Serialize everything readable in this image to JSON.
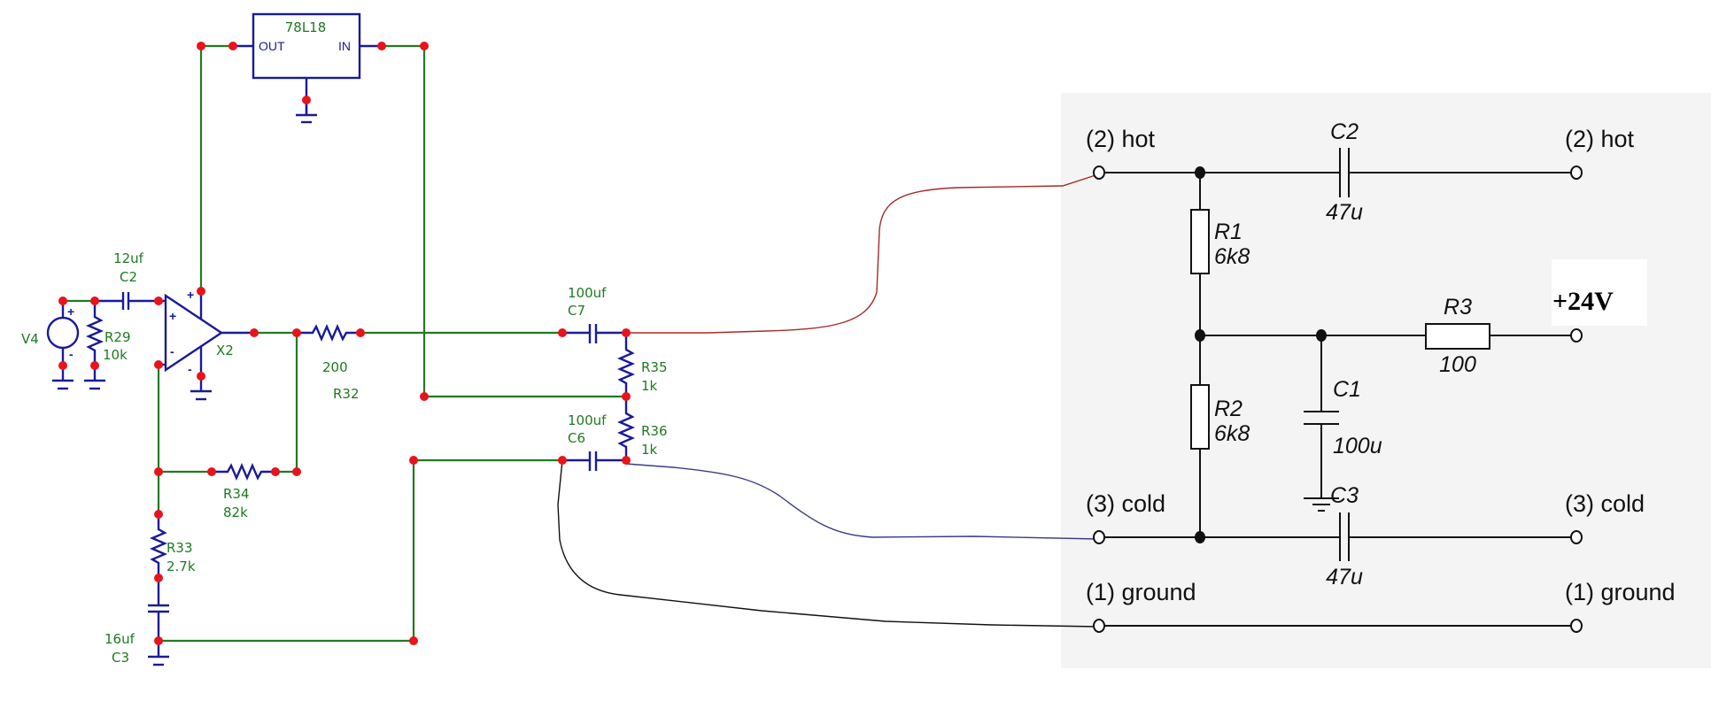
{
  "left_circuit": {
    "regulator": {
      "part": "78L18",
      "pin_out": "OUT",
      "pin_in": "IN"
    },
    "source": {
      "ref": "V4",
      "plus": "+",
      "minus": "-"
    },
    "r29": {
      "ref": "R29",
      "value": "10k"
    },
    "c2": {
      "value": "12uf",
      "ref": "C2"
    },
    "opamp": {
      "ref": "X2",
      "in_plus": "+",
      "in_minus": "-",
      "supply_plus": "+",
      "supply_minus": "-"
    },
    "r32": {
      "value": "200",
      "ref": "R32"
    },
    "r34": {
      "ref": "R34",
      "value": "82k"
    },
    "r33": {
      "ref": "R33",
      "value": "2.7k"
    },
    "c3": {
      "value": "16uf",
      "ref": "C3"
    },
    "c7": {
      "value": "100uf",
      "ref": "C7"
    },
    "c6": {
      "value": "100uf",
      "ref": "C6"
    },
    "r35": {
      "ref": "R35",
      "value": "1k"
    },
    "r36": {
      "ref": "R36",
      "value": "1k"
    }
  },
  "right_circuit": {
    "terminals": {
      "hot_left": "(2) hot",
      "hot_right": "(2) hot",
      "cold_left": "(3) cold",
      "cold_right": "(3) cold",
      "ground_left": "(1) ground",
      "ground_right": "(1) ground",
      "supply": "+24V"
    },
    "c2": {
      "ref": "C2",
      "value": "47u"
    },
    "c3": {
      "ref": "C3",
      "value": "47u"
    },
    "r1": {
      "ref": "R1",
      "value": "6k8"
    },
    "r2": {
      "ref": "R2",
      "value": "6k8"
    },
    "r3": {
      "ref": "R3",
      "value": "100"
    },
    "c1": {
      "ref": "C1",
      "value": "100u"
    }
  },
  "colors": {
    "wire_green": "#217a21",
    "component_blue": "#1a1a99",
    "node_red": "#e8141a",
    "hot_wire": "#a52a2a",
    "cold_wire": "#3a3a8a",
    "ground_wire": "#111111",
    "panel_bg": "#f4f4f4"
  }
}
